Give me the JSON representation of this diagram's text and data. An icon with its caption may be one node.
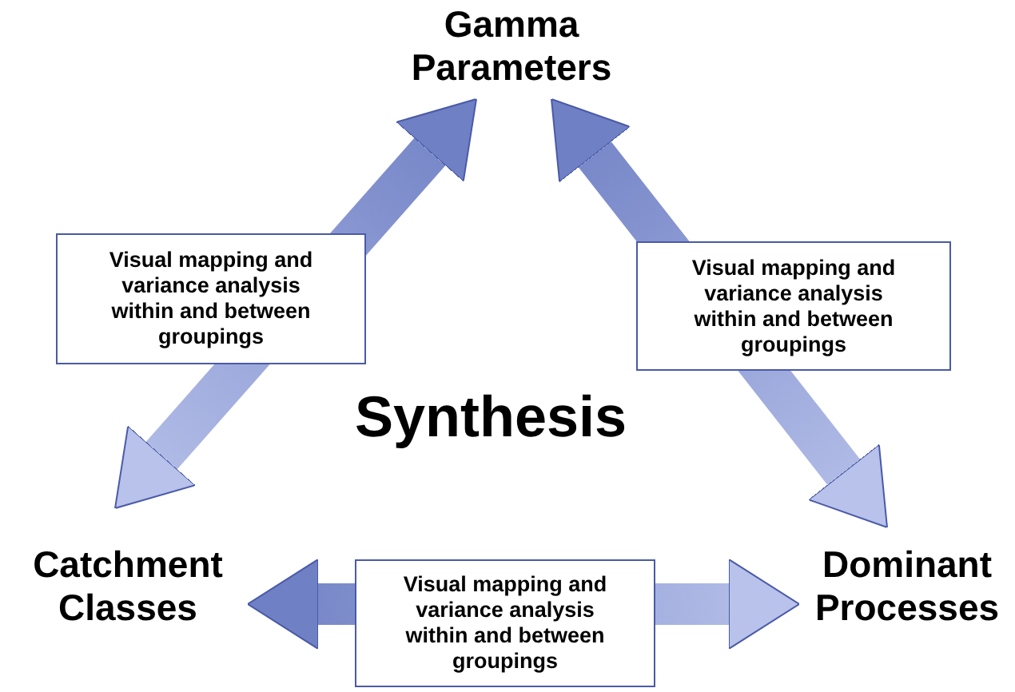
{
  "diagram": {
    "nodes": [
      {
        "text": [
          "Gamma Parameters"
        ]
      },
      {
        "text": [
          "Catchment Classes"
        ]
      },
      {
        "text": [
          "Dominant Processes"
        ]
      }
    ],
    "edges": [
      {
        "from": 0,
        "to": 1,
        "arrow": "both",
        "label": "Visual mapping and variance analysis within and between groupings"
      },
      {
        "from": 0,
        "to": 2,
        "arrow": "both",
        "label": "Visual mapping and variance analysis within and between groupings"
      },
      {
        "from": 1,
        "to": 2,
        "arrow": "both",
        "label": "Visual mapping and variance analysis within and between groupings"
      }
    ],
    "labels": [
      "Synthesis"
    ]
  }
}
